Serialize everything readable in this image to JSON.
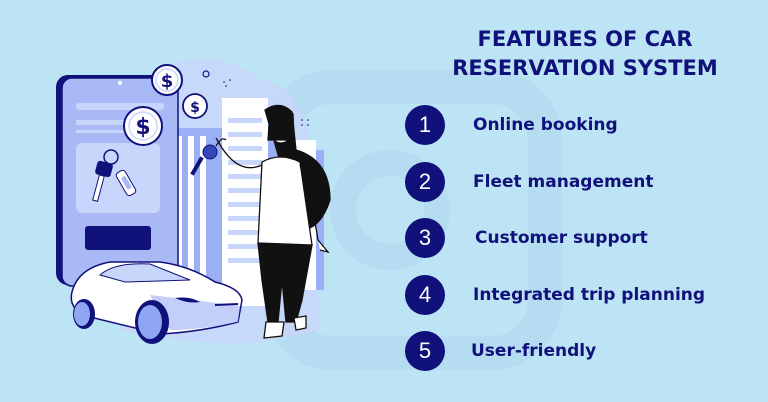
{
  "title": {
    "line1": "FEATURES OF CAR",
    "line2": "RESERVATION SYSTEM"
  },
  "features": [
    {
      "number": "1",
      "label": "Online booking"
    },
    {
      "number": "2",
      "label": "Fleet management"
    },
    {
      "number": "3",
      "label": "Customer support"
    },
    {
      "number": "4",
      "label": "Integrated trip planning"
    },
    {
      "number": "5",
      "label": "User-friendly"
    }
  ],
  "illustration": {
    "coin_symbol": "$",
    "icons": [
      "phone-icon",
      "car-key-icon",
      "dollar-coin-icon",
      "car-icon",
      "building-icon",
      "woman-figure-icon"
    ]
  },
  "colors": {
    "background": "#bde4f4",
    "accent_navy": "#10117a",
    "light_blue": "#c9d6fb",
    "mid_blue": "#8fa6f2"
  }
}
